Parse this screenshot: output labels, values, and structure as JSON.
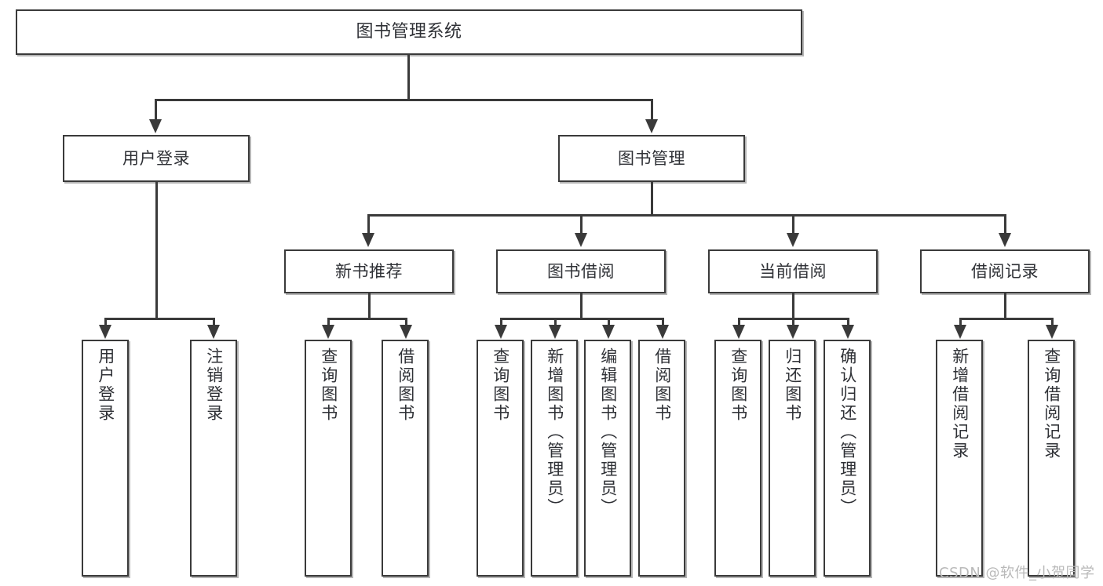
{
  "diagram": {
    "type": "tree-hierarchy",
    "title": "图书管理系统",
    "watermark": "CSDN @软件_小贺同学",
    "colors": {
      "stroke": "#3a3a3a",
      "fill": "#ffffff",
      "text": "#2f3136",
      "watermark": "#b9b9b9"
    },
    "nodes": {
      "root": {
        "label": "图书管理系统"
      },
      "level2": [
        {
          "id": "user-login",
          "label": "用户登录"
        },
        {
          "id": "book-manage",
          "label": "图书管理"
        }
      ],
      "level3": [
        {
          "id": "new-book-recommend",
          "label": "新书推荐"
        },
        {
          "id": "book-borrow",
          "label": "图书借阅"
        },
        {
          "id": "current-borrow",
          "label": "当前借阅"
        },
        {
          "id": "borrow-record",
          "label": "借阅记录"
        }
      ],
      "leaves": {
        "user-login": [
          {
            "id": "leaf-user-login",
            "label": "用户登录"
          },
          {
            "id": "leaf-logout",
            "label": "注销登录"
          }
        ],
        "new-book-recommend": [
          {
            "id": "leaf-query-book-1",
            "label": "查询图书"
          },
          {
            "id": "leaf-borrow-book-1",
            "label": "借阅图书"
          }
        ],
        "book-borrow": [
          {
            "id": "leaf-query-book-2",
            "label": "查询图书"
          },
          {
            "id": "leaf-add-book",
            "label": "新增图书（管理员）"
          },
          {
            "id": "leaf-edit-book",
            "label": "编辑图书（管理员）"
          },
          {
            "id": "leaf-borrow-book-2",
            "label": "借阅图书"
          }
        ],
        "current-borrow": [
          {
            "id": "leaf-query-book-3",
            "label": "查询图书"
          },
          {
            "id": "leaf-return-book",
            "label": "归还图书"
          },
          {
            "id": "leaf-confirm-return",
            "label": "确认归还（管理员）"
          }
        ],
        "borrow-record": [
          {
            "id": "leaf-add-record",
            "label": "新增借阅记录"
          },
          {
            "id": "leaf-query-record",
            "label": "查询借阅记录"
          }
        ]
      }
    }
  }
}
